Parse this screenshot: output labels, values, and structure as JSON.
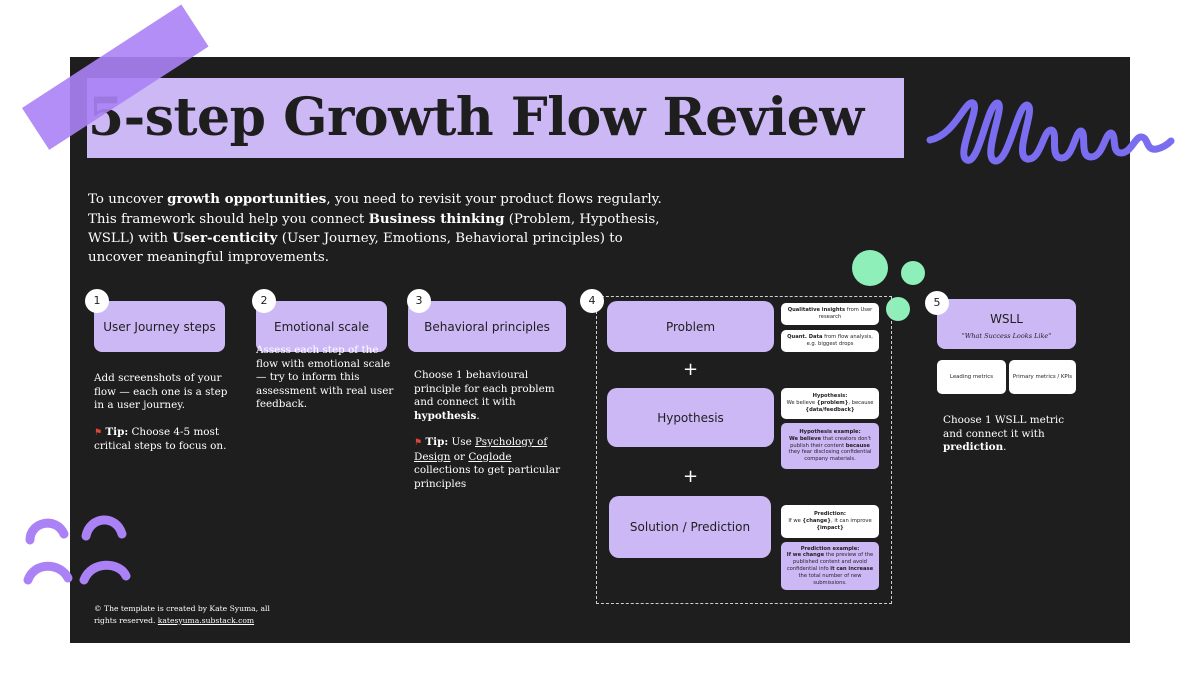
{
  "title": "5-step Growth Flow Review",
  "intro": {
    "p1": "To uncover ",
    "b1": "growth opportunities",
    "p2": ", you need to revisit your product flows regularly. This framework should help you connect ",
    "b2": "Business thinking",
    "p3": " (Problem, Hypothesis, WSLL) with ",
    "b3": "User-centicity",
    "p4": " (User Journey, Emotions, Behavioral principles) to uncover meaningful improvements."
  },
  "steps": [
    {
      "number": "1",
      "label": "User Journey steps",
      "desc": "Add screenshots of your flow — each one is a step in a user journey.",
      "tip_label": "Tip:",
      "tip_text": " Choose 4-5 most critical steps to focus on."
    },
    {
      "number": "2",
      "label": "Emotional scale",
      "desc": "Assess each step of the flow with emotional scale — try to inform this assessment with real user feedback."
    },
    {
      "number": "3",
      "label": "Behavioral principles",
      "desc_a": "Choose 1 behavioural principle for each problem and connect it with ",
      "desc_b": "hypothesis",
      "desc_c": ".",
      "tip_label": "Tip:",
      "tip_a": " Use ",
      "tip_link1": "Psychology of Design",
      "tip_b": " or ",
      "tip_link2": "Coglode",
      "tip_c": " collections to get particular principles"
    },
    {
      "number": "4",
      "problem": "Problem",
      "hypothesis": "Hypothesis",
      "solution": "Solution / Prediction",
      "plus": "+",
      "notes": {
        "qual_b": "Qualitative insights",
        "qual_t": " from User research",
        "quant_b": "Quant. Data",
        "quant_t": " from flow analysis, e.g. biggest drops",
        "hyp_title": "Hypothesis:",
        "hyp_t1": "We believe ",
        "hyp_b1": "{problem}",
        "hyp_t2": ", because ",
        "hyp_b2": "{data/feedback}",
        "hypex_title": "Hypothesis example:",
        "hypex_b1": "We believe",
        "hypex_t1": " that creators don't publish their content ",
        "hypex_b2": "because",
        "hypex_t2": " they fear disclosing confidential company materials.",
        "pred_title": "Prediction:",
        "pred_t1": "If we ",
        "pred_b1": "{change}",
        "pred_t2": ", it can improve ",
        "pred_b2": "{impact}",
        "predex_title": "Prediction example:",
        "predex_b1": "If we change",
        "predex_t1": " the preview of the published content and avoid confidential info ",
        "predex_b2": "it can increase",
        "predex_t2": " the total number of new submissions."
      }
    },
    {
      "number": "5",
      "label": "WSLL",
      "sub": "\"What Success Looks Like\"",
      "leading": "Leading metrics",
      "primary": "Primary metrics / KPIs",
      "desc_a": "Choose 1 WSLL metric and connect it with ",
      "desc_b": "prediction",
      "desc_c": "."
    }
  ],
  "footer": {
    "text": "© The template is created by Kate Syuma, all rights reserved. ",
    "link": "katesyuma.substack.com "
  },
  "colors": {
    "board": "#1e1e1e",
    "lavender": "#cdb8f6",
    "tape": "#aa82f5",
    "scribble": "#7a6df0",
    "mint": "#8ef0b8",
    "flag": "#e0453a"
  }
}
